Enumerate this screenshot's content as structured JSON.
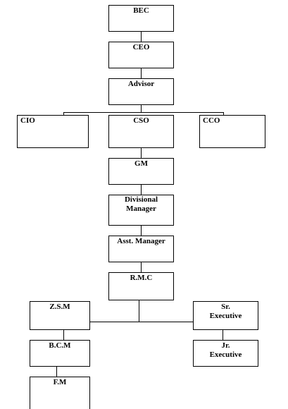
{
  "org_chart": {
    "nodes": {
      "bec": "BEC",
      "ceo": "CEO",
      "advisor": "Advisor",
      "cio": "CIO",
      "cso": "CSO",
      "cco": "CCO",
      "gm": "GM",
      "divisional_manager": "Divisional\nManager",
      "asst_manager": "Asst. Manager",
      "rmc": "R.M.C",
      "zsm": "Z.S.M",
      "sr_executive": "Sr.\nExecutive",
      "bcm": "B.C.M",
      "jr_executive": "Jr.\nExecutive",
      "fm": "F.M"
    },
    "connections": [
      [
        "BEC",
        "CEO"
      ],
      [
        "CEO",
        "Advisor"
      ],
      [
        "Advisor",
        "CIO"
      ],
      [
        "Advisor",
        "CSO"
      ],
      [
        "Advisor",
        "CCO"
      ],
      [
        "CSO",
        "GM"
      ],
      [
        "GM",
        "Divisional Manager"
      ],
      [
        "Divisional Manager",
        "Asst. Manager"
      ],
      [
        "Asst. Manager",
        "R.M.C"
      ],
      [
        "R.M.C",
        "Z.S.M"
      ],
      [
        "R.M.C",
        "Sr. Executive"
      ],
      [
        "Z.S.M",
        "B.C.M"
      ],
      [
        "Sr. Executive",
        "Jr. Executive"
      ],
      [
        "B.C.M",
        "F.M"
      ]
    ]
  }
}
